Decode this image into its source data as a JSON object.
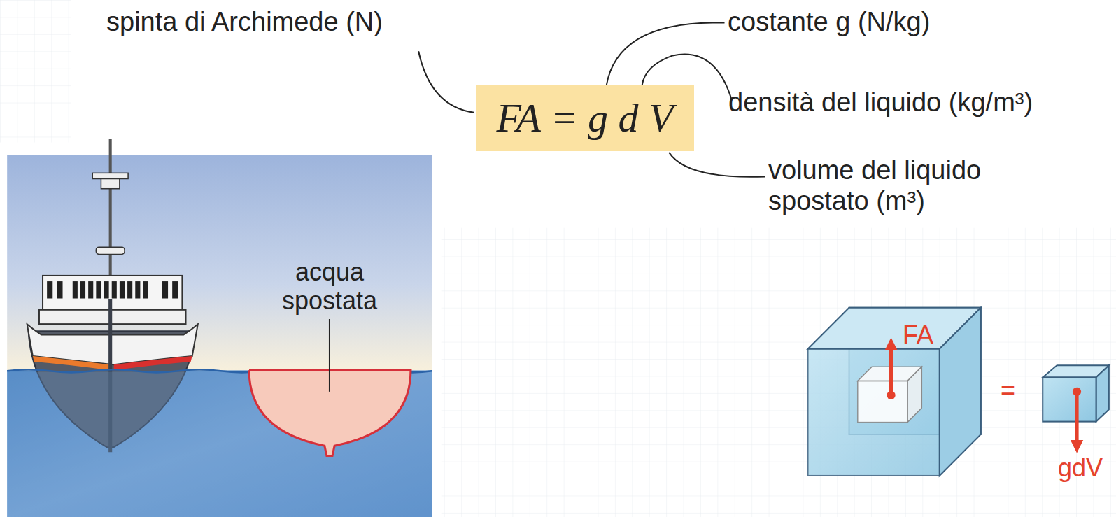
{
  "diagram": {
    "nodes": [
      {
        "text": [
          "FA = g d V"
        ]
      }
    ],
    "labels": [
      "spinta di Archimede (N)",
      "costante g (N/kg)",
      "densità del liquido (kg/m³)",
      "volume del liquido spostato (m³)",
      "acqua spostata",
      "FA",
      "=",
      "gdV"
    ]
  }
}
